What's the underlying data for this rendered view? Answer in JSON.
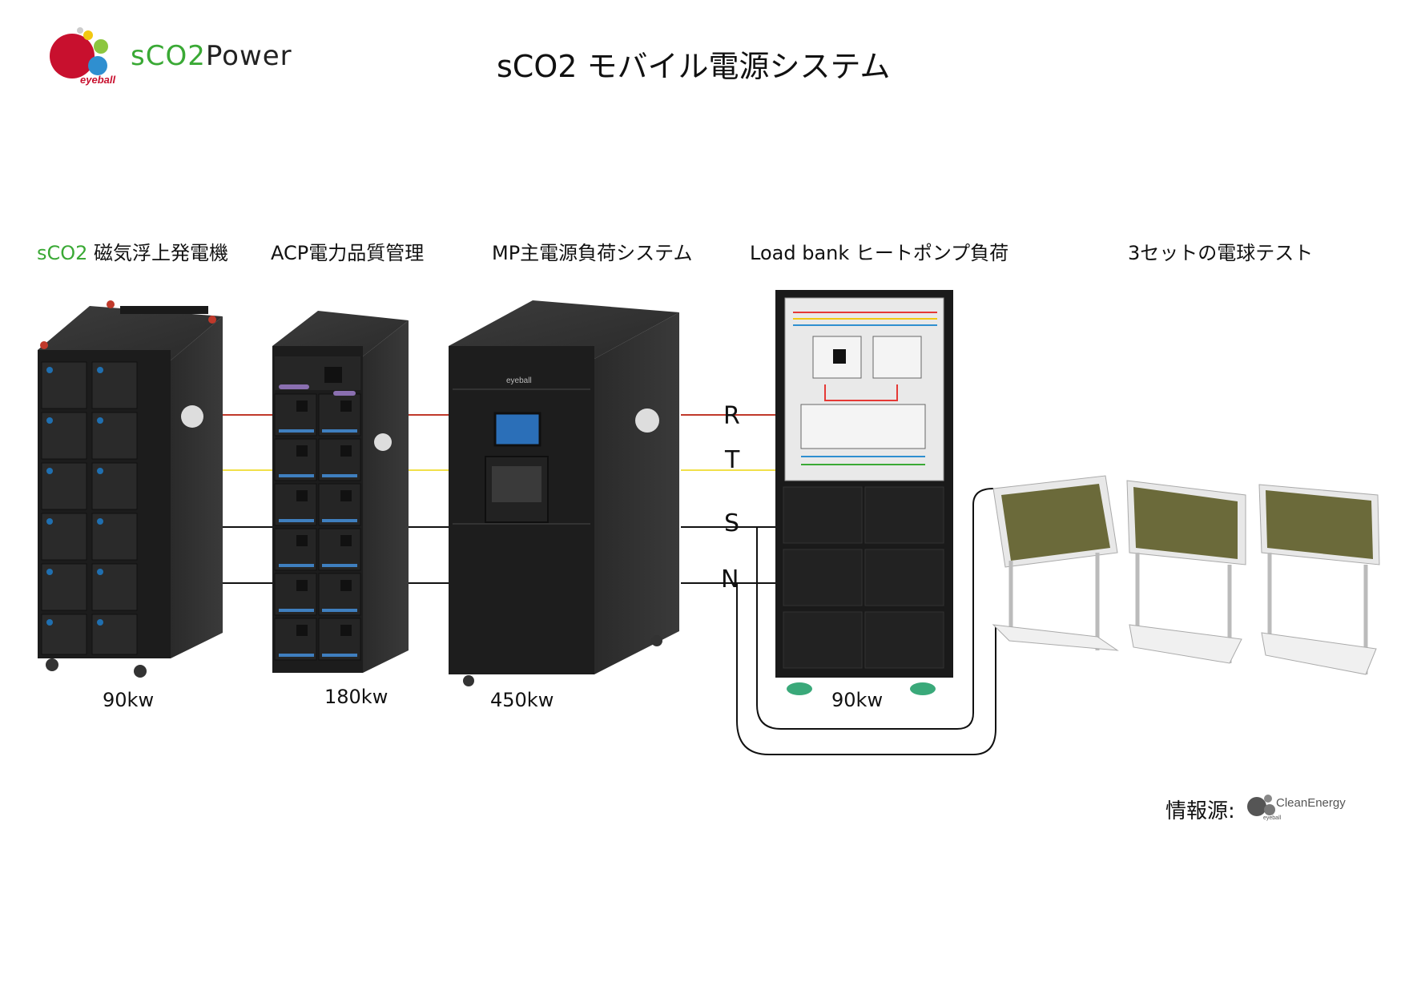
{
  "header": {
    "brand_prefix": "sCO2",
    "brand_suffix": "Power",
    "logo_text": "eyeball",
    "title": "sCO2 モバイル電源システム"
  },
  "columns": [
    {
      "label_highlight": "sCO2",
      "label": " 磁気浮上発電機",
      "power": "90kw"
    },
    {
      "label_highlight": "",
      "label": "ACP電力品質管理",
      "power": "180kw"
    },
    {
      "label_highlight": "",
      "label": "MP主電源負荷システム",
      "power": "450kw"
    },
    {
      "label_highlight": "",
      "label": "Load bank ヒートポンプ負荷",
      "power": "90kw"
    },
    {
      "label_highlight": "",
      "label": "3セットの電球テスト",
      "power": ""
    }
  ],
  "phases": [
    "R",
    "T",
    "S",
    "N"
  ],
  "colors": {
    "R": "#c0392b",
    "T": "#f1e04a",
    "S": "#111111",
    "N": "#111111",
    "accent_green": "#3aa935",
    "logo_red": "#c8102e",
    "logo_blue": "#2f8fd0",
    "logo_green": "#8cc63f",
    "logo_yellow": "#f2c811"
  },
  "cabinet_logo": "eyeball",
  "footer": {
    "source_label": "情報源:",
    "source_logo_text": "CleanEnergy",
    "source_logo_sub": "eyeball"
  }
}
